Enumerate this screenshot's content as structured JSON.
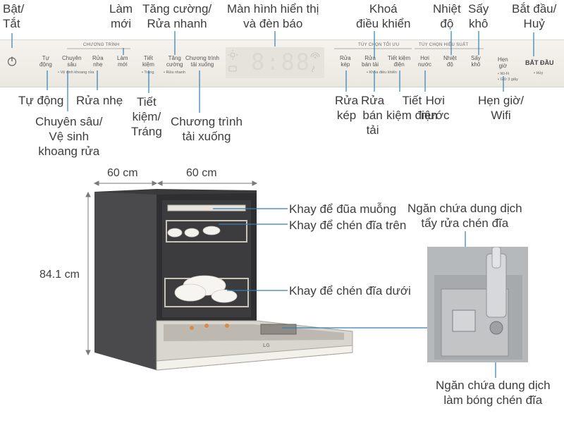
{
  "panel_labels": {
    "power": "Bật/\nTắt",
    "refresh": "Làm\nmới",
    "turbo": "Tăng cường/\nRửa nhanh",
    "display": "Màn hình hiển thị\nvà đèn báo",
    "lock": "Khoá\nđiều khiển",
    "temp": "Nhiệt\nđộ",
    "dry": "Sấy\nkhô",
    "start": "Bắt đầu/\nHuỷ",
    "auto": "Tự động",
    "gentle": "Rửa nhẹ",
    "intensive": "Chuyên sâu/\nVệ sinh\nkhoang rửa",
    "eco": "Tiết\nkiệm/\nTráng",
    "download": "Chương trình\ntải xuống",
    "dual": "Rửa\nkép",
    "half": "Rửa\nbán\ntải",
    "energy": "Tiết\nkiệm điện",
    "steam": "Hơi\nnước",
    "delay": "Hẹn giờ/\nWifi"
  },
  "panel_printed": {
    "program_header": "CHƯƠNG TRÌNH",
    "options_header": "TÙY CHỌN TỐI ƯU",
    "performance_header": "TÙY CHỌN HIỆU SUẤT",
    "auto": "Tự\nđộng",
    "intensive": "Chuyên\nsâu",
    "intensive_sub": "• Vệ sinh khoang rửa",
    "gentle": "Rửa\nnhẹ",
    "refresh": "Làm\nmới",
    "eco": "Tiết\nkiệm",
    "eco_sub": "• Tráng",
    "turbo": "Tăng\ncường",
    "turbo_sub": "• Rửa nhanh",
    "download": "Chương trình\ntải xuống",
    "dual": "Rửa\nkép",
    "half": "Rửa\nbán tải",
    "half_sub": "• Khóa điều khiển",
    "energy": "Tiết kiệm\nđiện",
    "steam": "Hơi\nnước",
    "temp": "Nhiệt\nđộ",
    "dry": "Sấy\nkhô",
    "delay": "Hẹn\ngiờ",
    "delay_sub1": "• Wi-Fi",
    "delay_sub2": "• Giữ 3 giây",
    "start": "BẮT ĐẦU",
    "start_sub": "• Hủy",
    "digits": "8:88"
  },
  "dimensions": {
    "depth": "60 cm",
    "width": "60 cm",
    "height": "84.1 cm"
  },
  "component_labels": {
    "cutlery_tray": "Khay để đũa muỗng",
    "upper_rack": "Khay để chén đĩa trên",
    "lower_rack": "Khay để chén đĩa dưới",
    "detergent": "Ngăn chứa dung dịch\ntẩy rửa chén đĩa",
    "rinse_aid": "Ngăn chứa dung dịch\nlàm bóng chén đĩa"
  },
  "brand": "LG",
  "colors": {
    "panel": "#efece6",
    "body": "#4a4a4c",
    "callout": "#2f7fb6",
    "dimension": "#7a7a7a"
  }
}
